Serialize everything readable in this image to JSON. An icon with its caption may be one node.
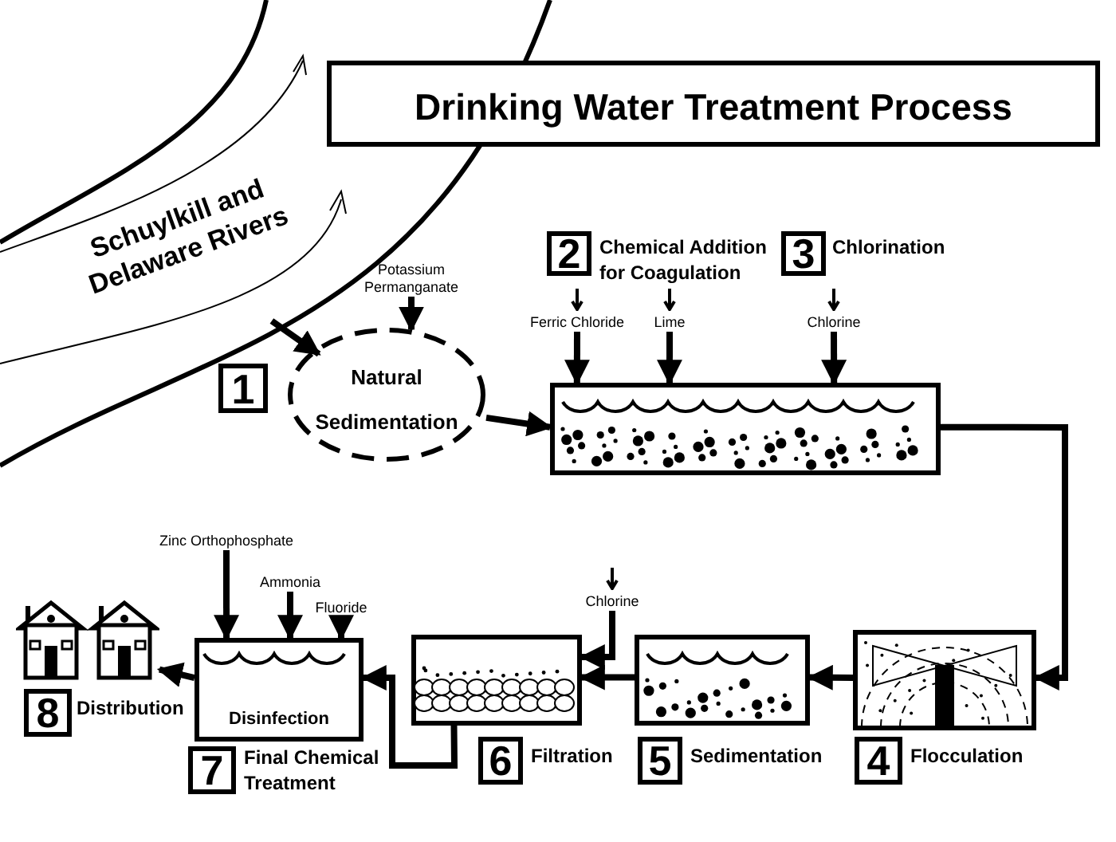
{
  "diagram": {
    "nodes": [
      {
        "text": [
          "Drinking Water Treatment Process"
        ]
      },
      {
        "text": [
          "Schuylkill and Delaware Rivers"
        ]
      },
      {
        "text": [
          "1"
        ]
      },
      {
        "text": [
          "Natural Sedimentation"
        ]
      },
      {
        "text": [
          "2"
        ],
        "beside": [
          "Chemical Addition for Coagulation"
        ]
      },
      {
        "text": [
          "3"
        ],
        "beside": [
          "Chlorination"
        ]
      },
      {
        "text": [],
        "shape": "box"
      },
      {
        "text": [],
        "shape": "box"
      },
      {
        "text": [
          "4"
        ],
        "beside": [
          "Flocculation"
        ]
      },
      {
        "text": [],
        "shape": "box"
      },
      {
        "text": [
          "5"
        ],
        "beside": [
          "Sedimentation"
        ]
      },
      {
        "text": [],
        "shape": "box"
      },
      {
        "text": [
          "6"
        ],
        "beside": [
          "Filtration"
        ]
      },
      {
        "text": [
          "Disinfection"
        ]
      },
      {
        "text": [
          "7"
        ],
        "beside": [
          "Final Chemical Treatment"
        ]
      },
      {
        "text": [],
        "shape": "picture"
      },
      {
        "text": [
          "8"
        ],
        "beside": [
          "Distribution"
        ]
      },
      {
        "text": [
          "Potassium Permanganate"
        ]
      },
      {
        "text": [
          "Ferric Chloride"
        ]
      },
      {
        "text": [
          "Lime"
        ]
      },
      {
        "text": [
          "Chlorine"
        ]
      },
      {
        "text": [
          "Chlorine"
        ]
      },
      {
        "text": [
          "Zinc Orthophosphate"
        ]
      },
      {
        "text": [
          "Ammonia"
        ]
      },
      {
        "text": [
          "Fluoride"
        ]
      }
    ],
    "edges": [
      {
        "from": 1,
        "to": 3,
        "arrow": "to"
      },
      {
        "from": 3,
        "to": 6,
        "arrow": "to"
      },
      {
        "from": 6,
        "to": 7,
        "arrow": "to"
      },
      {
        "from": 7,
        "to": 9,
        "arrow": "to"
      },
      {
        "from": 9,
        "to": 11,
        "arrow": "to"
      },
      {
        "from": 11,
        "to": 13,
        "arrow": "to"
      },
      {
        "from": 13,
        "to": 15,
        "arrow": "to"
      },
      {
        "from": 17,
        "to": 3,
        "arrow": "to"
      },
      {
        "from": 18,
        "to": 6,
        "arrow": "to"
      },
      {
        "from": 19,
        "to": 6,
        "arrow": "to"
      },
      {
        "from": 20,
        "to": 6,
        "arrow": "to"
      },
      {
        "from": 21,
        "to": 11,
        "arrow": "to"
      },
      {
        "from": 22,
        "to": 13,
        "arrow": "to"
      },
      {
        "from": 23,
        "to": 13,
        "arrow": "to"
      },
      {
        "from": 24,
        "to": 13,
        "arrow": "to"
      }
    ]
  }
}
